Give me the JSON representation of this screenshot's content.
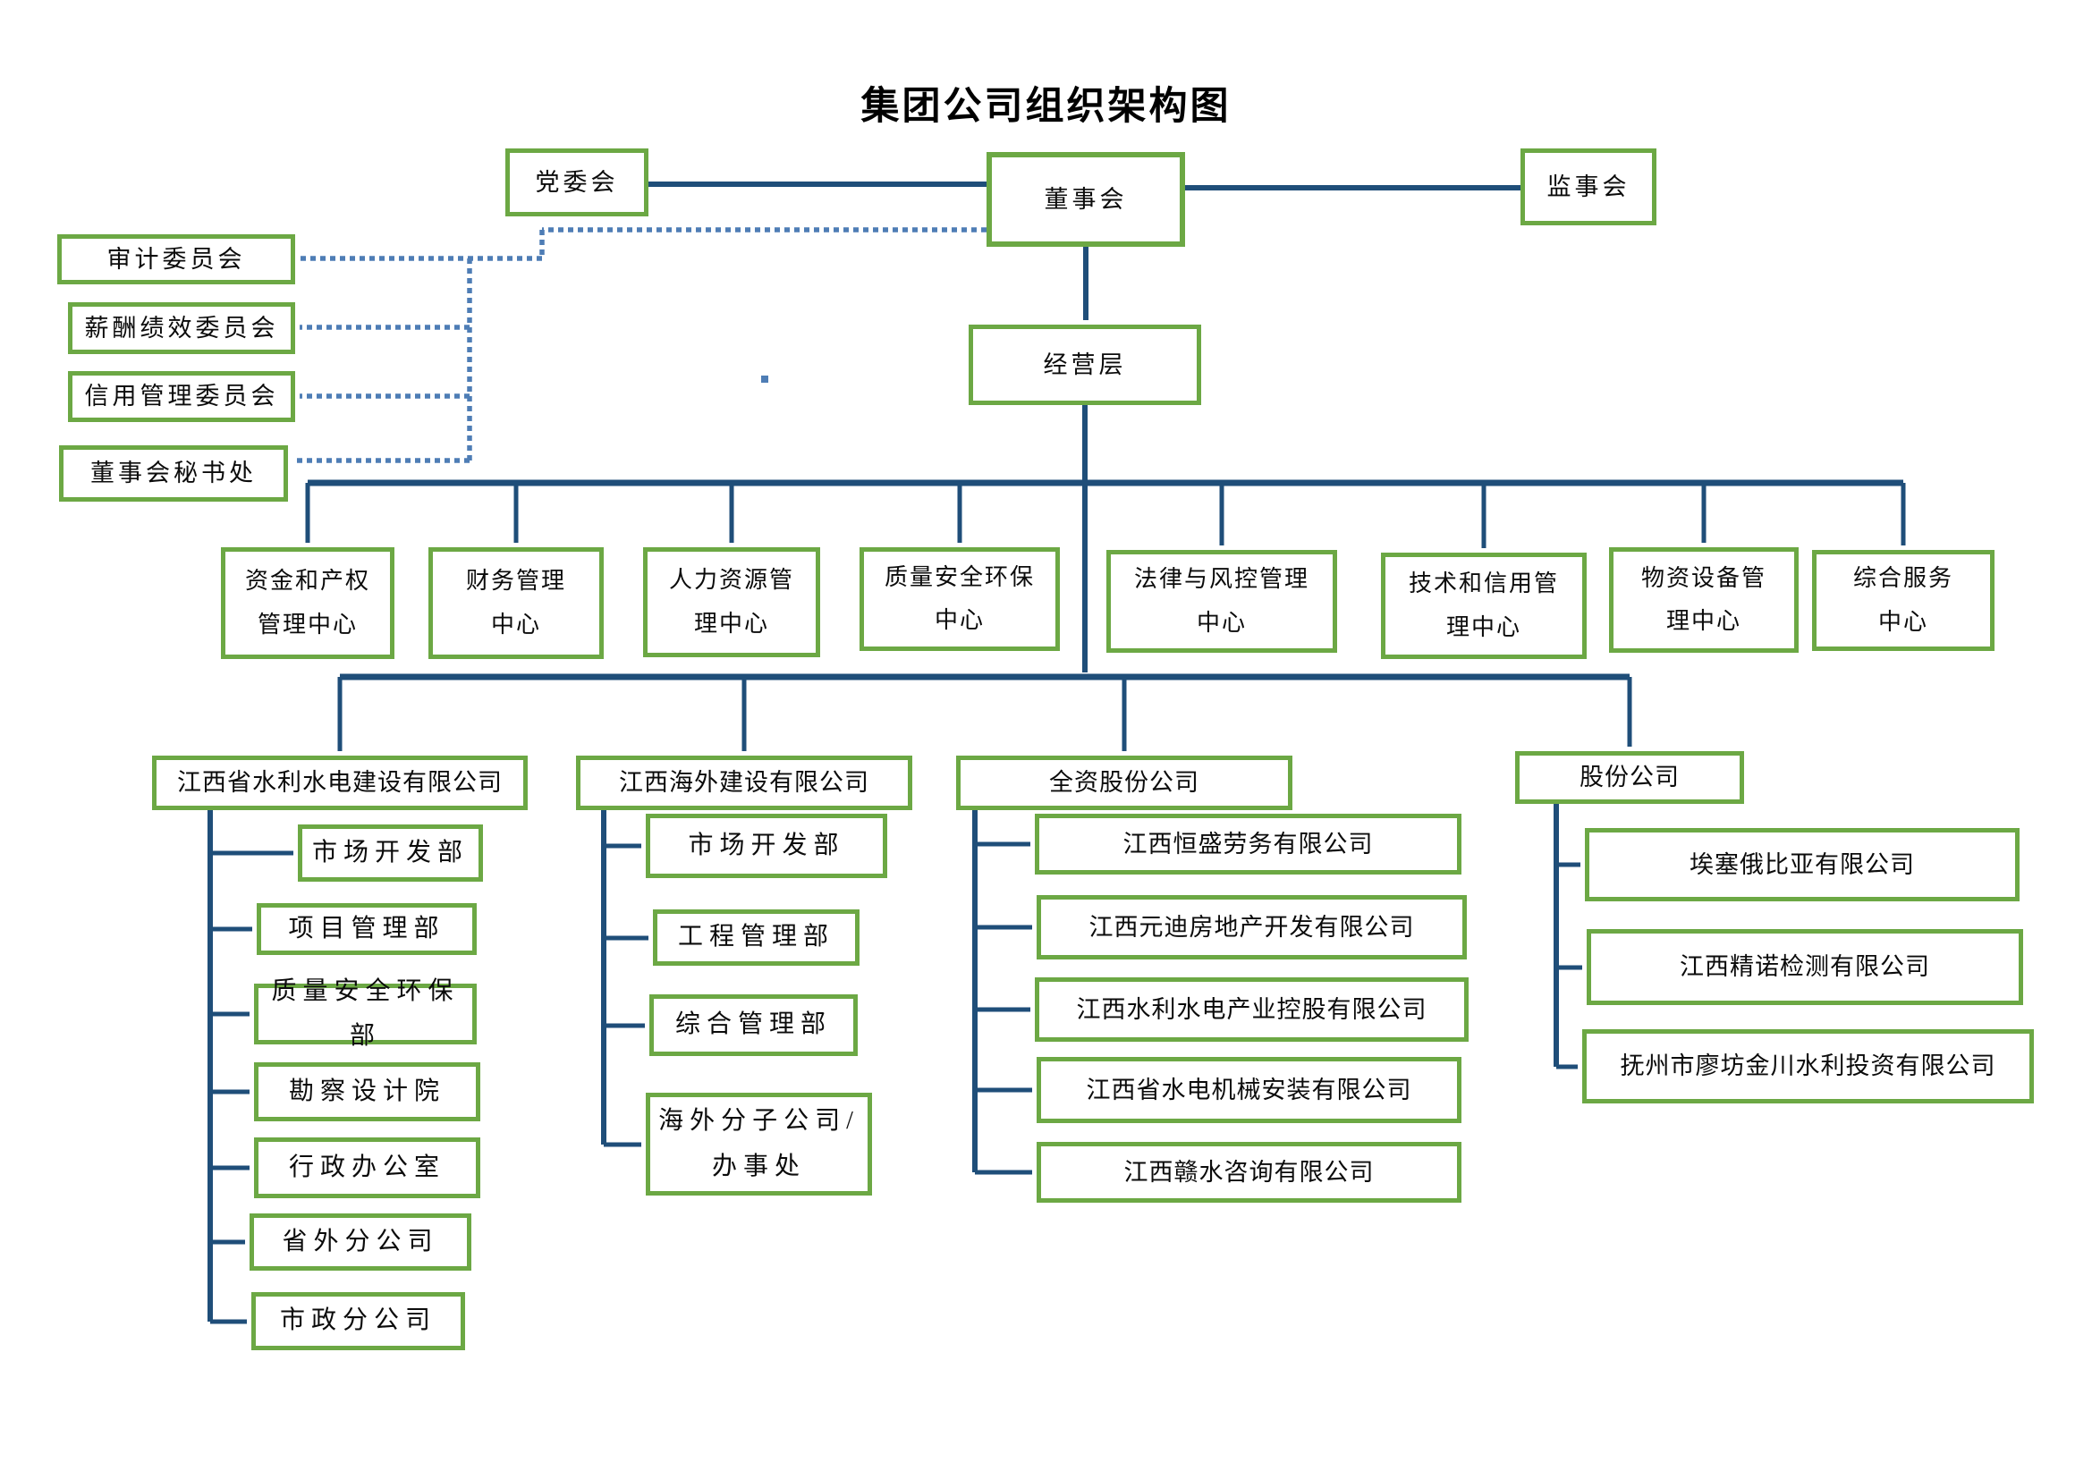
{
  "title": "集团公司组织架构图",
  "colors": {
    "box_border": "#6CA844",
    "line": "#1F4E79",
    "dotted_line": "#4E7DB5"
  },
  "top": {
    "party": "党委会",
    "board": "董事会",
    "supervisory": "监事会",
    "management": "经营层"
  },
  "committees": [
    "审计委员会",
    "薪酬绩效委员会",
    "信用管理委员会",
    "董事会秘书处"
  ],
  "centers": [
    "资金和产权\n管理中心",
    "财务管理\n中心",
    "人力资源管\n理中心",
    "质量安全环保\n中心",
    "法律与风控管理\n中心",
    "技术和信用管\n理中心",
    "物资设备管\n理中心",
    "综合服务\n中心"
  ],
  "groups": [
    {
      "name": "江西省水利水电建设有限公司",
      "children": [
        "市场开发部",
        "项目管理部",
        "质量安全环保部",
        "勘察设计院",
        "行政办公室",
        "省外分公司",
        "市政分公司"
      ]
    },
    {
      "name": "江西海外建设有限公司",
      "children": [
        "市场开发部",
        "工程管理部",
        "综合管理部",
        "海外分子公司/\n办事处"
      ]
    },
    {
      "name": "全资股份公司",
      "children": [
        "江西恒盛劳务有限公司",
        "江西元迪房地产开发有限公司",
        "江西水利水电产业控股有限公司",
        "江西省水电机械安装有限公司",
        "江西赣水咨询有限公司"
      ]
    },
    {
      "name": "股份公司",
      "children": [
        "埃塞俄比亚有限公司",
        "江西精诺检测有限公司",
        "抚州市廖坊金川水利投资有限公司"
      ]
    }
  ]
}
